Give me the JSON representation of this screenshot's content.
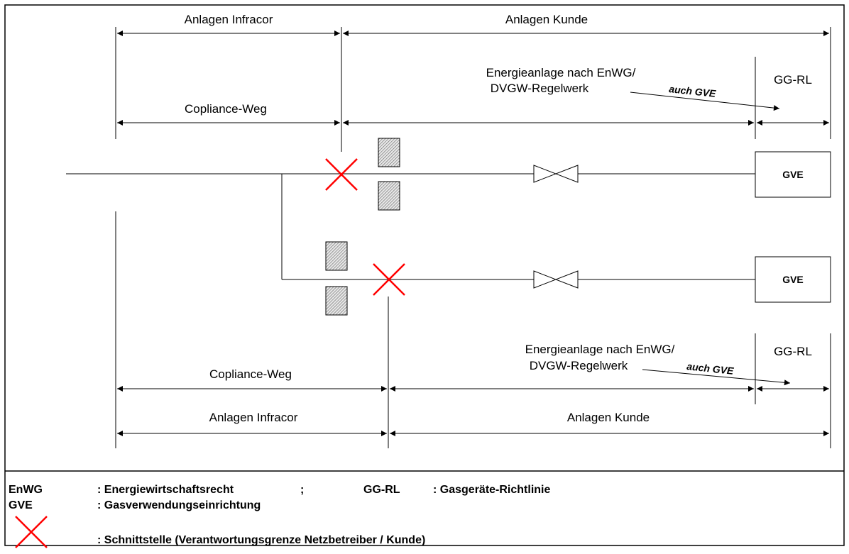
{
  "top": {
    "anlagen_infracor": "Anlagen Infracor",
    "anlagen_kunde": "Anlagen Kunde",
    "energieanlage_line1": "Energieanlage nach EnWG/",
    "energieanlage_line2": "DVGW-Regelwerk",
    "auch_gve": "auch GVE",
    "gg_rl": "GG-RL",
    "copliance_weg": "Copliance-Weg"
  },
  "devices": {
    "gve_top": "GVE",
    "gve_bottom": "GVE"
  },
  "bottom": {
    "energieanlage_line1": "Energieanlage nach EnWG/",
    "energieanlage_line2": "DVGW-Regelwerk",
    "auch_gve": "auch GVE",
    "gg_rl": "GG-RL",
    "copliance_weg": "Copliance-Weg",
    "anlagen_infracor": "Anlagen Infracor",
    "anlagen_kunde": "Anlagen Kunde"
  },
  "legend": {
    "enwg_abbr": "EnWG",
    "enwg_desc": ": Energiewirtschaftsrecht",
    "separator": ";",
    "ggrl_abbr": "GG-RL",
    "ggrl_desc": ": Gasgeräte-Richtlinie",
    "gve_abbr": "GVE",
    "gve_desc": ": Gasverwendungseinrichtung",
    "schnitt_desc": ": Schnittstelle  (Verantwortungsgrenze Netzbetreiber / Kunde)"
  },
  "colors": {
    "line": "#000000",
    "cross": "#ff0000",
    "hatch": "#555555"
  }
}
